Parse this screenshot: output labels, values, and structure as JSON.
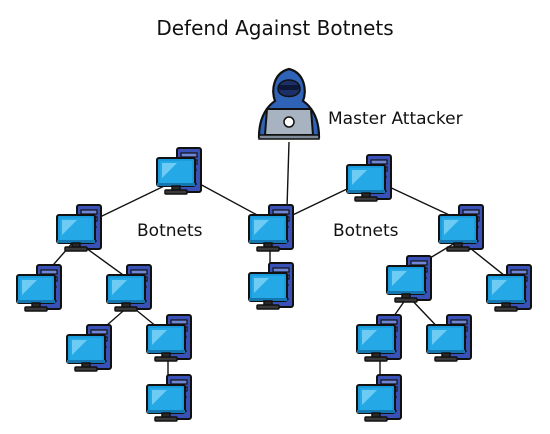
{
  "title": "Defend Against Botnets",
  "labels": {
    "master": "Master Attacker",
    "botnets_left": "Botnets",
    "botnets_right": "Botnets"
  },
  "colors": {
    "monitor": "#1a9bdc",
    "screen_highlight": "#7fd3f7",
    "tower": "#3a52b8",
    "tower_light": "#6f86d9",
    "hood": "#2e63b8",
    "outline": "#111111",
    "laptop": "#a7b3c0"
  },
  "icons": {
    "attacker": "hooded-hacker-icon",
    "node": "desktop-computer-icon"
  }
}
